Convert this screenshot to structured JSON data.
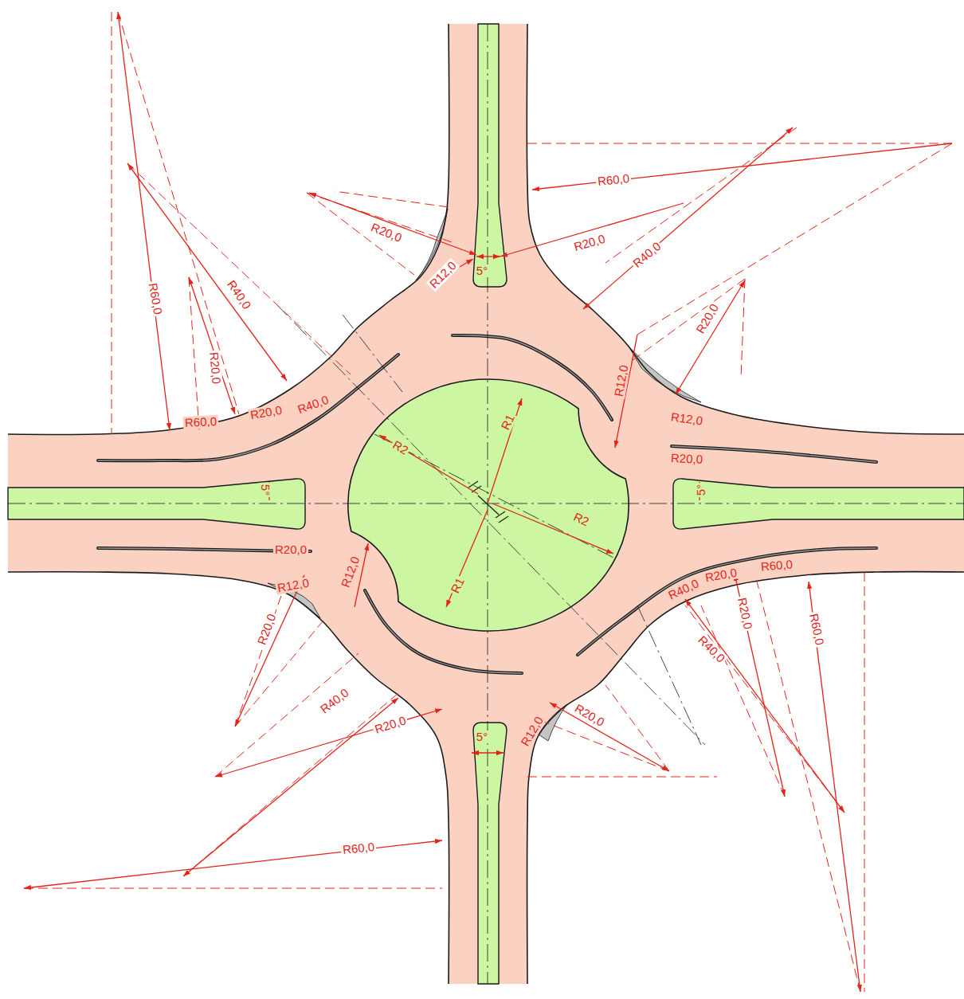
{
  "diagram": {
    "labels": [
      "R60,0",
      "R20,0",
      "R20,0",
      "R12,0",
      "5°",
      "R40,0",
      "R20,0",
      "R60,0",
      "R40,0",
      "R20,0",
      "R40,0",
      "R20,0",
      "R60,0",
      "R12,0",
      "R20,0",
      "R12,0",
      "R1",
      "R2",
      "R2",
      "R1",
      "5°",
      "5°",
      "R20,0",
      "R12,0",
      "R12,0",
      "R40,0",
      "R20,0",
      "R60,0",
      "R20,0",
      "R20,0",
      "R60,0",
      "R40,0",
      "R40,0",
      "R20,0",
      "5°",
      "R12,0",
      "R20,0",
      "R60,0"
    ]
  }
}
